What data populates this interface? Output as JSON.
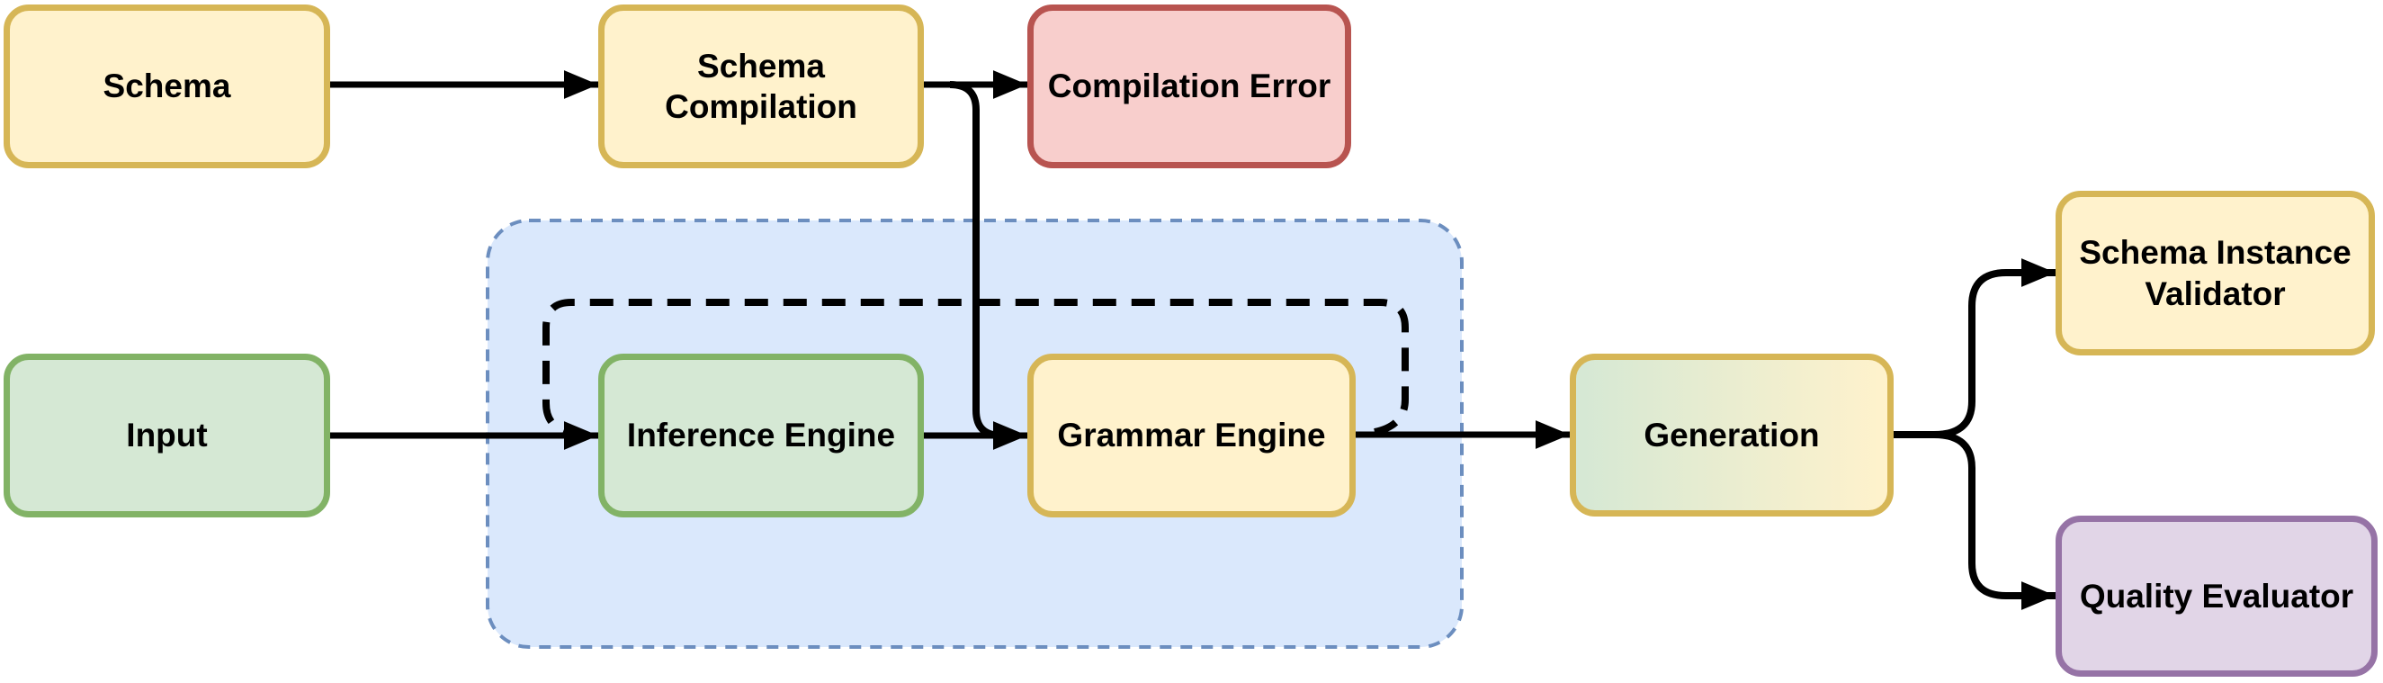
{
  "diagram": {
    "type": "flowchart",
    "nodes": {
      "schema": {
        "label": "Schema",
        "color": "yellow"
      },
      "schema_compilation": {
        "label": "Schema\nCompilation",
        "color": "yellow"
      },
      "compilation_error": {
        "label": "Compilation Error",
        "color": "red"
      },
      "input": {
        "label": "Input",
        "color": "green"
      },
      "inference_engine": {
        "label": "Inference Engine",
        "color": "green"
      },
      "grammar_engine": {
        "label": "Grammar Engine",
        "color": "yellow"
      },
      "generation": {
        "label": "Generation",
        "color": "green-yellow-gradient"
      },
      "schema_instance_validator": {
        "label": "Schema Instance\nValidator",
        "color": "yellow"
      },
      "quality_evaluator": {
        "label": "Quality Evaluator",
        "color": "purple"
      }
    },
    "groups": [
      {
        "name": "dashed-blue-group",
        "members": [
          "inference_engine",
          "grammar_engine"
        ],
        "style": "light-blue rounded rectangle, dashed border, no label"
      }
    ],
    "edges": [
      {
        "from": "schema",
        "to": "schema_compilation",
        "style": "solid-arrow"
      },
      {
        "from": "schema_compilation",
        "to": "compilation_error",
        "style": "solid-arrow"
      },
      {
        "from": "schema_compilation",
        "to": "grammar_engine",
        "style": "solid-arrow, elbow down then right, merges into inference-to-grammar arrow"
      },
      {
        "from": "input",
        "to": "inference_engine",
        "style": "solid-arrow"
      },
      {
        "from": "inference_engine",
        "to": "grammar_engine",
        "style": "solid-arrow"
      },
      {
        "from": "grammar_engine",
        "to": "generation",
        "style": "solid-arrow"
      },
      {
        "from": "grammar_engine",
        "to": "inference_engine",
        "style": "dashed feedback loop over the top of both engines"
      },
      {
        "from": "generation",
        "to": "schema_instance_validator",
        "style": "solid-arrow, branch up"
      },
      {
        "from": "generation",
        "to": "quality_evaluator",
        "style": "solid-arrow, branch down"
      }
    ]
  },
  "colors": {
    "yellow_fill": "#FFF2CC",
    "yellow_border": "#D6B656",
    "green_fill": "#D5E8D4",
    "green_border": "#82B366",
    "red_fill": "#F8CECC",
    "red_border": "#B85450",
    "purple_fill": "#E1D5E7",
    "purple_border": "#9673A6",
    "container_fill": "#DAE8FC",
    "container_border": "#6C8EBF",
    "edge_color": "#000000"
  }
}
